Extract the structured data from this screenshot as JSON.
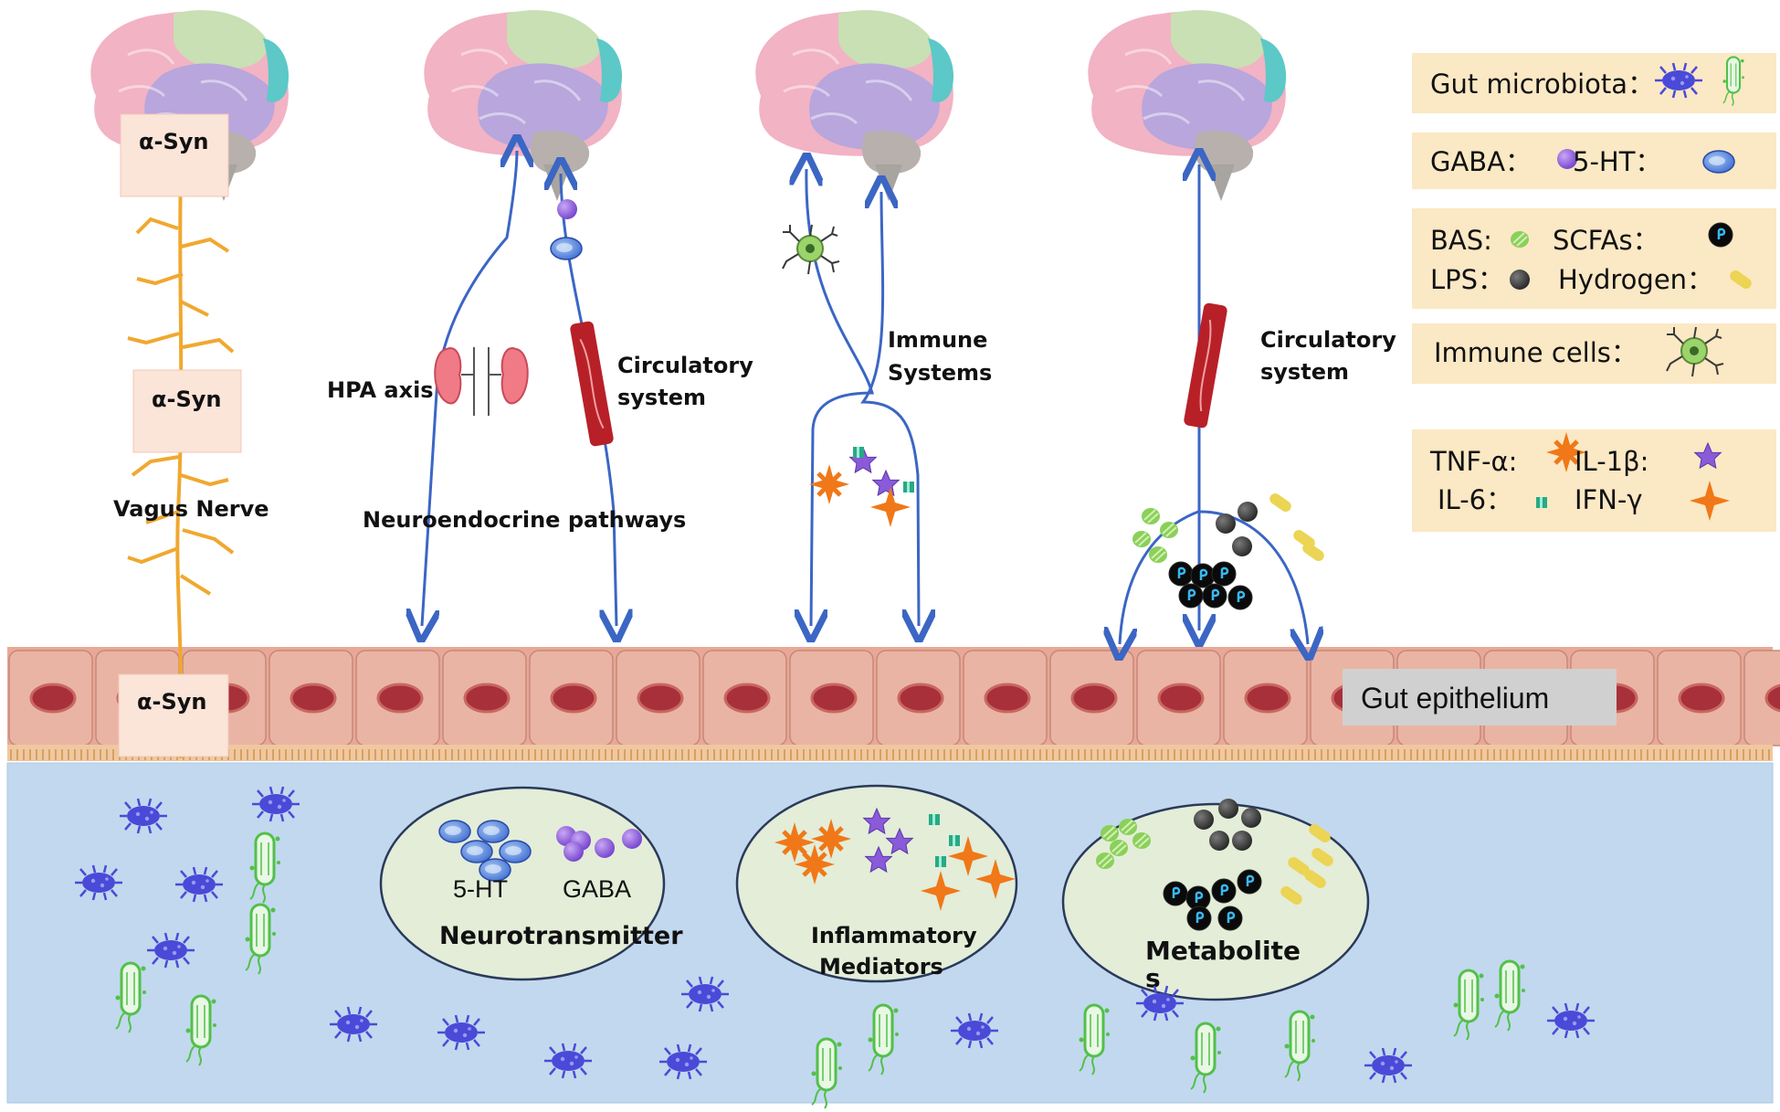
{
  "labels": {
    "asyn_top": "α-Syn",
    "asyn_mid": "α-Syn",
    "asyn_gut": "α-Syn",
    "vagus": "Vagus Nerve",
    "hpa": "HPA axis",
    "circ1_line1": "Circulatory",
    "circ1_line2": "system",
    "neuroendocrine": "Neuroendocrine pathways",
    "immune_line1": "Immune",
    "immune_line2": "Systems",
    "circ2_line1": "Circulatory",
    "circ2_line2": "system",
    "epithelium": "Gut epithelium",
    "ht5": "5-HT",
    "gaba": "GABA",
    "neurotransmitter": "Neurotransmitter",
    "inflam_line1": "Inflammatory",
    "inflam_line2": "Mediators",
    "metab_line1": "Metabolite",
    "metab_line2": "s"
  },
  "legend": {
    "gut_microbiota": "Gut microbiota：",
    "gaba": "GABA：",
    "ht5": "5-HT：",
    "bas": "BAS:",
    "scfas": "SCFAs：",
    "lps": "LPS：",
    "hydrogen": "Hydrogen：",
    "immune_cells": "Immune cells：",
    "tnf": "TNF-α:",
    "il1b": "IL-1β:",
    "il6": "IL-6：",
    "ifn": "IFN-γ"
  },
  "colors": {
    "arrow": "#3b66c4",
    "lumen": "#c2d8ee",
    "epithelium": "#e8a898",
    "legend_box": "#fbe8c4",
    "vagus": "#f0a830",
    "bacteria_purple": "#4a4ad8",
    "bacteria_green": "#52c04a",
    "tnf": "#f07818",
    "il1b": "#8a5ad8",
    "il6": "#2aa886",
    "gaba": "#8a5ad8",
    "ht5": "#4a7fd8",
    "lps": "#3a3a3a",
    "hydrogen": "#e8d048",
    "bas": "#7ac44a",
    "scfa": "#0c0c0c"
  },
  "icons": [
    "brain-icon",
    "kidney-icon",
    "blood-vessel-icon",
    "immune-cell-icon",
    "bacteria-icon",
    "bacillus-icon",
    "gaba-molecule-icon",
    "serotonin-molecule-icon",
    "cytokine-star-icon",
    "lps-icon",
    "scfa-icon",
    "hydrogen-icon",
    "bile-acid-icon"
  ]
}
